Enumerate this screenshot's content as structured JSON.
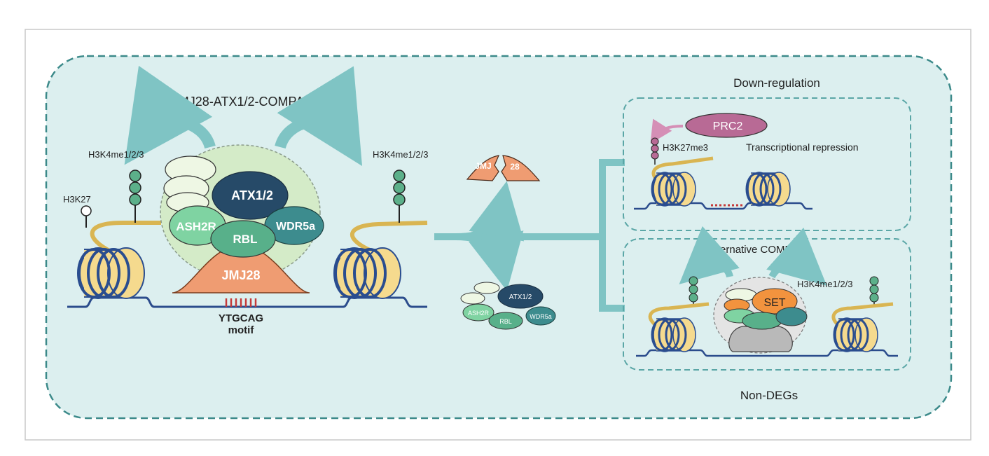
{
  "colors": {
    "panel_bg": "#dcefef",
    "panel_border": "#3c8a8a",
    "teal_arrow": "#7fc4c4",
    "dna": "#2b4c8c",
    "nucleosome_fill": "#f5da8e",
    "nucleosome_stripe": "#2a4d8f",
    "histone_tail": "#d9b552",
    "jmj": "#ef9c72",
    "atx": "#264a68",
    "wdr5a": "#3d8c8e",
    "ash2r": "#7fd3a2",
    "rbl": "#58b08a",
    "pale": "#eef7e4",
    "prc2": "#b86a95",
    "set": "#f2933e",
    "motif_red": "#c43a3a"
  },
  "left_panel": {
    "title": "JMJ28-ATX1/2-COMPASS",
    "mark_left": "H3K4me1/2/3",
    "mark_h3k27": "H3K27",
    "mark_right": "H3K4me1/2/3",
    "complex": {
      "atx": "ATX1/2",
      "wdr5a": "WDR5a",
      "ash2r": "ASH2R",
      "rbl": "RBL",
      "jmj": "JMJ28"
    },
    "motif_line1": "YTGCAG",
    "motif_line2": "motif"
  },
  "middle": {
    "split_left": "JMJ",
    "split_right": "28",
    "small_complex": {
      "atx": "ATX1/2",
      "ash2r": "ASH2R",
      "rbl": "RBL",
      "wdr5a": "WDR5a"
    }
  },
  "right_top": {
    "heading": "Down-regulation",
    "prc2": "PRC2",
    "mark": "H3K27me3",
    "effect": "Transcriptional repression"
  },
  "right_bottom": {
    "title": "Alternative COMPASS",
    "set": "SET",
    "mark": "H3K4me1/2/3",
    "footer": "Non-DEGs"
  }
}
